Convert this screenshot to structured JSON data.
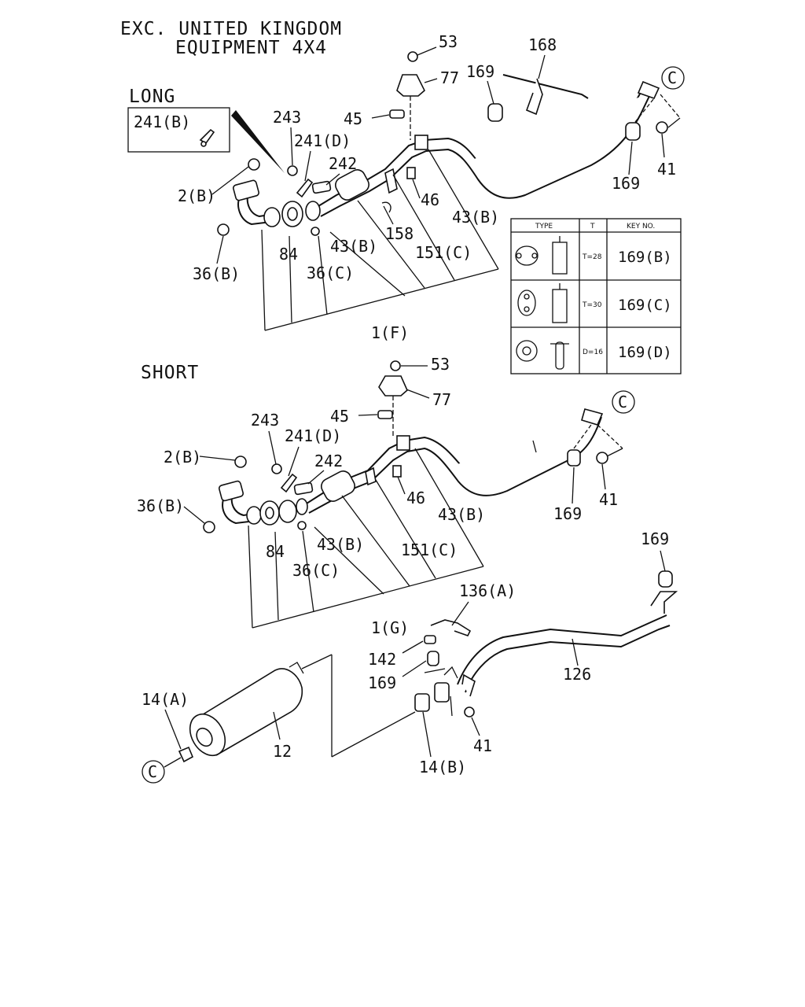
{
  "header": {
    "line1": "EXC. UNITED KINGDOM",
    "line2": "EQUIPMENT 4X4"
  },
  "sections": {
    "long": "LONG",
    "short": "SHORT",
    "inset_label": "241(B)"
  },
  "labels": {
    "l53": "53",
    "l77": "77",
    "l45": "45",
    "l243": "243",
    "l241d": "241(D)",
    "l242": "242",
    "l2b": "2(B)",
    "l36b": "36(B)",
    "l84": "84",
    "l36c": "36(C)",
    "l43b_a": "43(B)",
    "l158": "158",
    "l151c": "151(C)",
    "l46": "46",
    "l43b_b": "43(B)",
    "l1f": "1(F)",
    "l169a": "169",
    "l168": "168",
    "l169b": "169",
    "l41a": "41",
    "s53": "53",
    "s77": "77",
    "s45": "45",
    "s243": "243",
    "s241d": "241(D)",
    "s242": "242",
    "s2b": "2(B)",
    "s36b": "36(B)",
    "s84": "84",
    "s36c": "36(C)",
    "s43b_a": "43(B)",
    "s151c": "151(C)",
    "s46": "46",
    "s43b_b": "43(B)",
    "s1g": "1(G)",
    "s169": "169",
    "s41": "41",
    "r169a": "169",
    "r136a": "136(A)",
    "r142": "142",
    "r169b": "169",
    "r126": "126",
    "r41": "41",
    "r14b": "14(B)",
    "r14a": "14(A)",
    "r12": "12"
  },
  "connectors": {
    "c": "C"
  },
  "table": {
    "headers": [
      "TYPE",
      "T",
      "KEY NO."
    ],
    "rows": [
      {
        "t": "T=28",
        "key": "169(B)"
      },
      {
        "t": "T=30",
        "key": "169(C)"
      },
      {
        "t": "D=16",
        "key": "169(D)"
      }
    ]
  }
}
